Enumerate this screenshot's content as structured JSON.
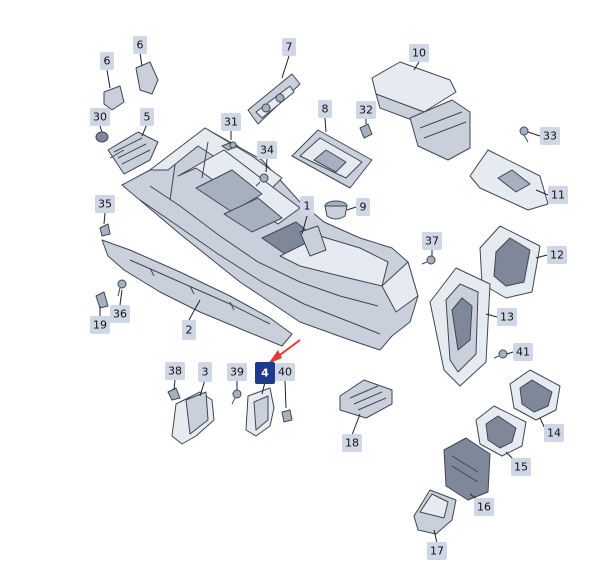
{
  "callouts": [
    {
      "id": "c1",
      "text": "1"
    },
    {
      "id": "c2",
      "text": "2"
    },
    {
      "id": "c3",
      "text": "3"
    },
    {
      "id": "c4",
      "text": "4",
      "highlight": true
    },
    {
      "id": "c5",
      "text": "5"
    },
    {
      "id": "c6a",
      "text": "6"
    },
    {
      "id": "c6b",
      "text": "6"
    },
    {
      "id": "c7",
      "text": "7"
    },
    {
      "id": "c8",
      "text": "8"
    },
    {
      "id": "c9",
      "text": "9"
    },
    {
      "id": "c10",
      "text": "10"
    },
    {
      "id": "c11",
      "text": "11"
    },
    {
      "id": "c12",
      "text": "12"
    },
    {
      "id": "c13",
      "text": "13"
    },
    {
      "id": "c14",
      "text": "14"
    },
    {
      "id": "c15",
      "text": "15"
    },
    {
      "id": "c16",
      "text": "16"
    },
    {
      "id": "c17",
      "text": "17"
    },
    {
      "id": "c18",
      "text": "18"
    },
    {
      "id": "c19",
      "text": "19"
    },
    {
      "id": "c30",
      "text": "30"
    },
    {
      "id": "c31",
      "text": "31"
    },
    {
      "id": "c32",
      "text": "32"
    },
    {
      "id": "c33",
      "text": "33"
    },
    {
      "id": "c34",
      "text": "34"
    },
    {
      "id": "c35",
      "text": "35"
    },
    {
      "id": "c36",
      "text": "36"
    },
    {
      "id": "c37",
      "text": "37"
    },
    {
      "id": "c38",
      "text": "38"
    },
    {
      "id": "c39",
      "text": "39"
    },
    {
      "id": "c40",
      "text": "40"
    },
    {
      "id": "c41",
      "text": "41"
    }
  ],
  "colors": {
    "label_fill": "#cfd7e6",
    "highlight_fill": "#1e3a8a",
    "pointer_arrow": "#e53935"
  }
}
